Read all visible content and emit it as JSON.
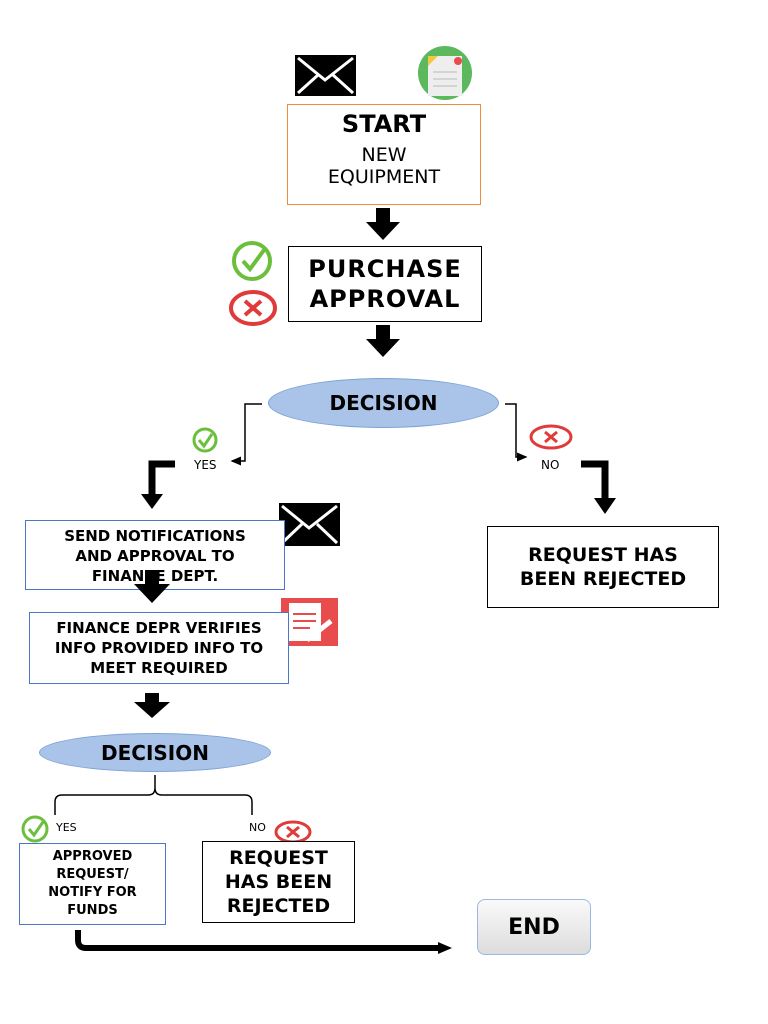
{
  "start": {
    "title": "START",
    "lines": [
      "NEW",
      "EQUIPMENT"
    ]
  },
  "purchase_approval": {
    "lines": [
      "PURCHASE",
      "APPROVAL"
    ]
  },
  "decision1": {
    "label": "DECISION",
    "yes": "YES",
    "no": "NO"
  },
  "rejected1": {
    "lines": [
      "REQUEST HAS",
      "BEEN REJECTED"
    ]
  },
  "send_notifications": {
    "lines": [
      "SEND NOTIFICATIONS",
      "AND APPROVAL TO",
      "FINANCE DEPT."
    ]
  },
  "finance_verifies": {
    "lines": [
      "FINANCE DEPR VERIFIES",
      "INFO PROVIDED INFO TO",
      "MEET REQUIRED"
    ]
  },
  "decision2": {
    "label": "DECISION",
    "yes": "YES",
    "no": "NO"
  },
  "approved": {
    "lines": [
      "APPROVED",
      "REQUEST/",
      "NOTIFY FOR",
      "FUNDS"
    ]
  },
  "rejected2": {
    "lines": [
      "REQUEST",
      "HAS BEEN",
      "REJECTED"
    ]
  },
  "end": {
    "label": "END"
  },
  "colors": {
    "start_border": "#f08a3c",
    "blue_border": "#4a78c8",
    "decision_fill": "#a9c4e8",
    "check": "#6cbf3c",
    "cross": "#e03a3a"
  },
  "icons": [
    "envelope-icon",
    "notes-icon",
    "check-icon",
    "cross-icon",
    "notepad-pencil-icon"
  ]
}
